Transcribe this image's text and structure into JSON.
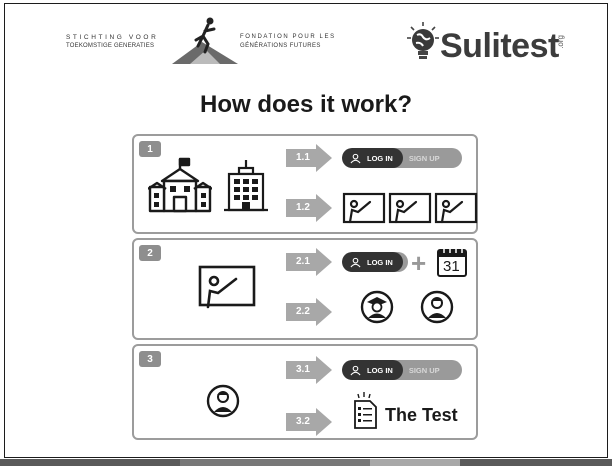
{
  "header": {
    "left_logo": {
      "line1": "STICHTING VOOR",
      "line2": "TOEKOMSTIGE GENERATIES",
      "line3": "FONDATION POUR LES",
      "line4": "GÉNÉRATIONS FUTURES"
    },
    "right_logo": {
      "word": "Sulitest",
      "suffix": ".org"
    }
  },
  "title": "How does it work?",
  "steps": [
    {
      "number": "1",
      "substeps": [
        {
          "label": "1.1",
          "toggle": {
            "on": "LOG IN",
            "off": "SIGN UP"
          }
        },
        {
          "label": "1.2"
        }
      ]
    },
    {
      "number": "2",
      "substeps": [
        {
          "label": "2.1",
          "toggle": {
            "on": "LOG IN"
          },
          "plus": "+",
          "calendar_day": "31"
        },
        {
          "label": "2.2"
        }
      ]
    },
    {
      "number": "3",
      "substeps": [
        {
          "label": "3.1",
          "toggle": {
            "on": "LOG IN",
            "off": "SIGN UP"
          }
        },
        {
          "label": "3.2",
          "test_label": "The Test"
        }
      ]
    }
  ],
  "icons": {
    "school": "school-building-icon",
    "office": "office-building-icon",
    "teacher_board": "teacher-board-icon",
    "graduate": "graduate-avatar-icon",
    "person": "person-avatar-icon",
    "calendar": "calendar-icon",
    "test_doc": "test-document-icon"
  }
}
